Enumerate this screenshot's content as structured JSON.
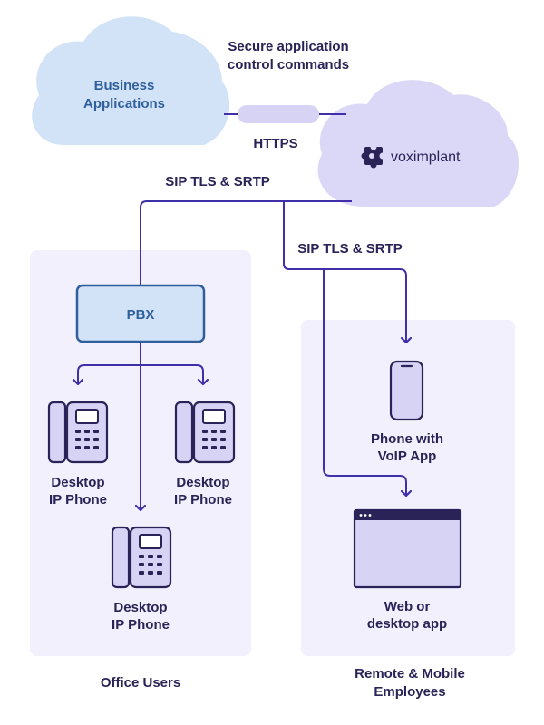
{
  "clouds": {
    "business": {
      "line1": "Business",
      "line2": "Applications"
    },
    "voximplant": {
      "brand": "voximplant",
      "logo_icon": "voximplant-puzzle-logo-icon"
    }
  },
  "links": {
    "secure_commands": {
      "line1": "Secure application",
      "line2": "control commands"
    },
    "https": "HTTPS",
    "sip_tls_pbx": "SIP TLS & SRTP",
    "sip_tls_remote": "SIP TLS & SRTP"
  },
  "office": {
    "group_label": "Office Users",
    "pbx": "PBX",
    "phones": [
      {
        "line1": "Desktop",
        "line2": "IP Phone",
        "icon": "desk-phone-icon"
      },
      {
        "line1": "Desktop",
        "line2": "IP Phone",
        "icon": "desk-phone-icon"
      },
      {
        "line1": "Desktop",
        "line2": "IP Phone",
        "icon": "desk-phone-icon"
      }
    ]
  },
  "remote": {
    "group_label": {
      "line1": "Remote & Mobile",
      "line2": "Employees"
    },
    "mobile": {
      "line1": "Phone with",
      "line2": "VoIP App",
      "icon": "smartphone-icon"
    },
    "web": {
      "line1": "Web or",
      "line2": "desktop app",
      "icon": "app-window-icon"
    }
  },
  "colors": {
    "line": "#3f2fa8",
    "business_cloud": "#d3e3f7",
    "vox_cloud": "#dbd8f7",
    "panel": "#f1f0fc",
    "pbx_fill": "#d3e3f7",
    "pbx_stroke": "#2f5f9c",
    "device_fill": "#d7d3f5",
    "device_stroke": "#2a2357",
    "text": "#2a2357"
  }
}
